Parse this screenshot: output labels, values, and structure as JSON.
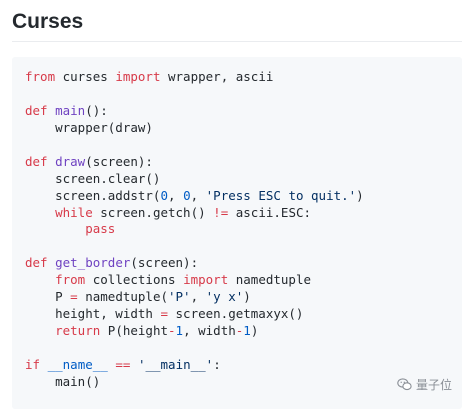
{
  "heading": "Curses",
  "code": {
    "lines": [
      [
        {
          "t": "from",
          "c": "kw"
        },
        {
          "t": " curses "
        },
        {
          "t": "import",
          "c": "kw"
        },
        {
          "t": " wrapper, ascii"
        }
      ],
      [],
      [
        {
          "t": "def",
          "c": "kw"
        },
        {
          "t": " "
        },
        {
          "t": "main",
          "c": "fn"
        },
        {
          "t": "():"
        }
      ],
      [
        {
          "t": "    wrapper(draw)"
        }
      ],
      [],
      [
        {
          "t": "def",
          "c": "kw"
        },
        {
          "t": " "
        },
        {
          "t": "draw",
          "c": "fn"
        },
        {
          "t": "(screen):"
        }
      ],
      [
        {
          "t": "    screen.clear()"
        }
      ],
      [
        {
          "t": "    screen.addstr("
        },
        {
          "t": "0",
          "c": "num"
        },
        {
          "t": ", "
        },
        {
          "t": "0",
          "c": "num"
        },
        {
          "t": ", "
        },
        {
          "t": "'Press ESC to quit.'",
          "c": "str"
        },
        {
          "t": ")"
        }
      ],
      [
        {
          "t": "    "
        },
        {
          "t": "while",
          "c": "kw"
        },
        {
          "t": " screen.getch() "
        },
        {
          "t": "!=",
          "c": "kw"
        },
        {
          "t": " ascii.ESC:"
        }
      ],
      [
        {
          "t": "        "
        },
        {
          "t": "pass",
          "c": "kw"
        }
      ],
      [],
      [
        {
          "t": "def",
          "c": "kw"
        },
        {
          "t": " "
        },
        {
          "t": "get_border",
          "c": "fn"
        },
        {
          "t": "(screen):"
        }
      ],
      [
        {
          "t": "    "
        },
        {
          "t": "from",
          "c": "kw"
        },
        {
          "t": " collections "
        },
        {
          "t": "import",
          "c": "kw"
        },
        {
          "t": " namedtuple"
        }
      ],
      [
        {
          "t": "    P "
        },
        {
          "t": "=",
          "c": "kw"
        },
        {
          "t": " namedtuple("
        },
        {
          "t": "'P'",
          "c": "str"
        },
        {
          "t": ", "
        },
        {
          "t": "'y x'",
          "c": "str"
        },
        {
          "t": ")"
        }
      ],
      [
        {
          "t": "    height, width "
        },
        {
          "t": "=",
          "c": "kw"
        },
        {
          "t": " screen.getmaxyx()"
        }
      ],
      [
        {
          "t": "    "
        },
        {
          "t": "return",
          "c": "kw"
        },
        {
          "t": " P(height"
        },
        {
          "t": "-",
          "c": "kw"
        },
        {
          "t": "1",
          "c": "num"
        },
        {
          "t": ", width"
        },
        {
          "t": "-",
          "c": "kw"
        },
        {
          "t": "1",
          "c": "num"
        },
        {
          "t": ")"
        }
      ],
      [],
      [
        {
          "t": "if",
          "c": "kw"
        },
        {
          "t": " "
        },
        {
          "t": "__name__",
          "c": "num"
        },
        {
          "t": " "
        },
        {
          "t": "==",
          "c": "kw"
        },
        {
          "t": " "
        },
        {
          "t": "'__main__'",
          "c": "str"
        },
        {
          "t": ":"
        }
      ],
      [
        {
          "t": "    main()"
        }
      ]
    ]
  },
  "watermark": {
    "icon": "wechat-icon",
    "text": "量子位"
  }
}
